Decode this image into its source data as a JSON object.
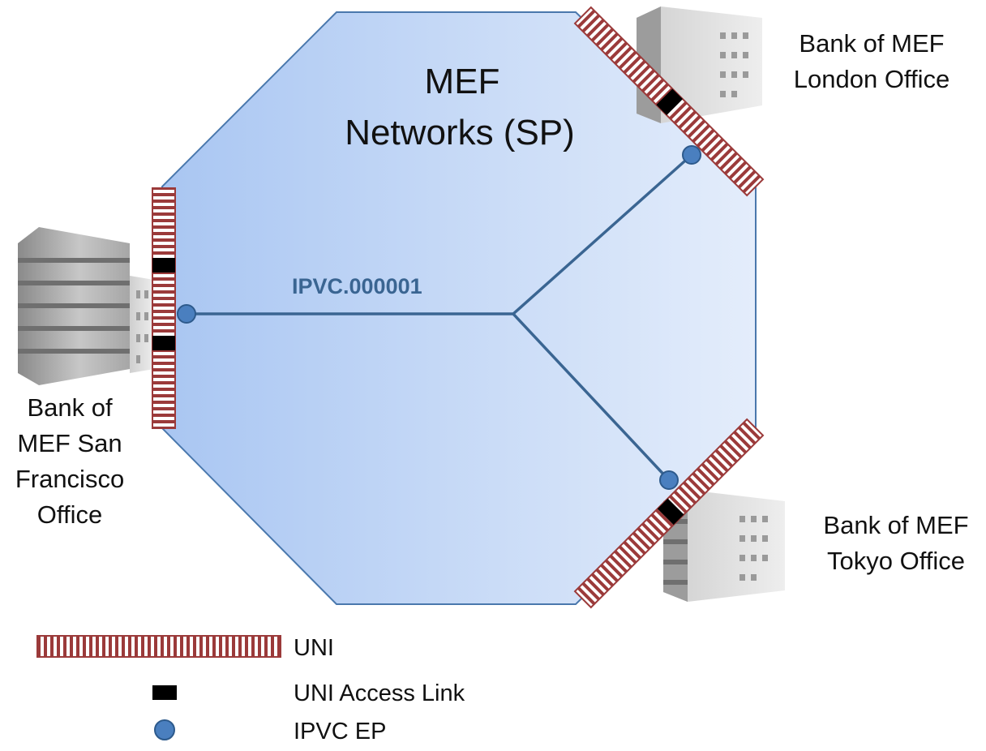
{
  "network": {
    "title_line1": "MEF",
    "title_line2": "Networks (SP)"
  },
  "ipvc": {
    "label": "IPVC.000001"
  },
  "offices": {
    "london": {
      "line1": "Bank of MEF",
      "line2": "London Office"
    },
    "sf": {
      "line1": "Bank of",
      "line2": "MEF San",
      "line3": "Francisco",
      "line4": "Office"
    },
    "tokyo": {
      "line1": "Bank of MEF",
      "line2": "Tokyo Office"
    }
  },
  "legend": {
    "uni": "UNI",
    "access_link": "UNI Access Link",
    "ipvc_ep": "IPVC EP"
  },
  "colors": {
    "network_fill_left": "#a9c6f2",
    "network_fill_right": "#e4edfb",
    "network_stroke": "#4a78ad",
    "ipvc_line": "#3a6592",
    "uni_stripe": "#9b3a3a",
    "access_link": "#000000",
    "endpoint": "#4a7fbf"
  }
}
